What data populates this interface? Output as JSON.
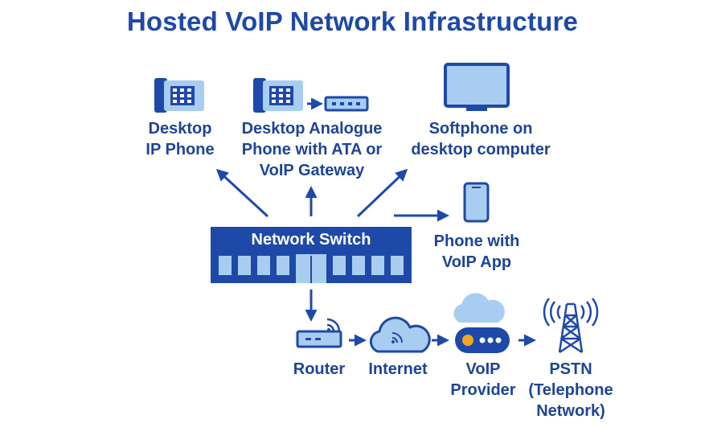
{
  "title": "Hosted VoIP Network Infrastructure",
  "colors": {
    "primary": "#1e49a8",
    "light": "#a9cdf0",
    "mid": "#4a79c4",
    "accent": "#f2a81d"
  },
  "switch": {
    "label": "Network Switch"
  },
  "devices": {
    "desktop_ip_phone": {
      "icon": "desk-phone-icon",
      "label_lines": [
        "Desktop",
        "IP Phone"
      ]
    },
    "analogue_phone": {
      "icon": "analogue-phone-ata-icon",
      "label_lines": [
        "Desktop Analogue",
        "Phone with ATA or",
        "VoIP Gateway"
      ]
    },
    "softphone": {
      "icon": "monitor-icon",
      "label_lines": [
        "Softphone on",
        "desktop computer"
      ]
    },
    "mobile_app": {
      "icon": "smartphone-icon",
      "label_lines": [
        "Phone with",
        "VoIP App"
      ]
    }
  },
  "chain": {
    "router": {
      "icon": "router-icon",
      "label_lines": [
        "Router"
      ]
    },
    "internet": {
      "icon": "cloud-icon",
      "label_lines": [
        "Internet"
      ]
    },
    "provider": {
      "icon": "provider-cloud-icon",
      "label_lines": [
        "VoIP",
        "Provider"
      ]
    },
    "pstn": {
      "icon": "cell-tower-icon",
      "label_lines": [
        "PSTN",
        "(Telephone",
        "Network)"
      ]
    }
  }
}
